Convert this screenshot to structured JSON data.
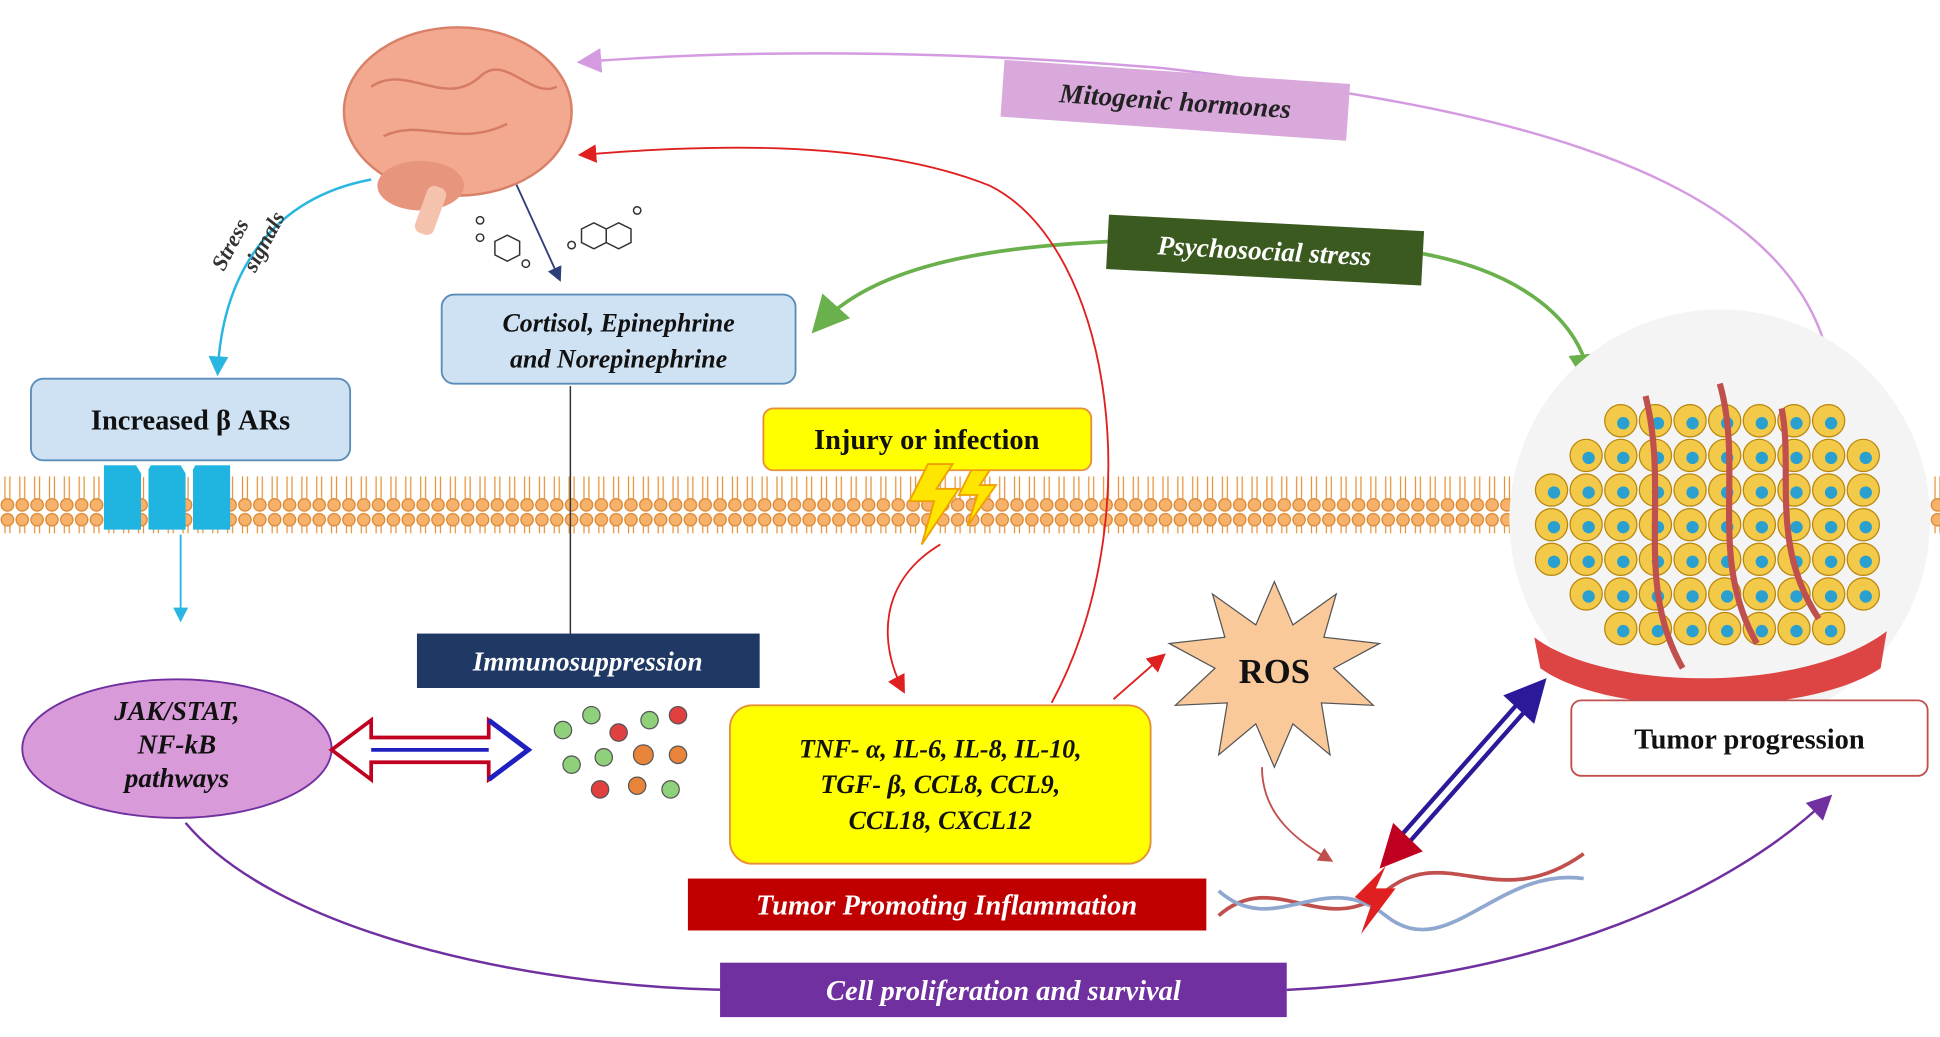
{
  "labels": {
    "mitogenic_hormones": "Mitogenic hormones",
    "psychosocial_stress": "Psychosocial stress",
    "stress_signals_1": "Stress",
    "stress_signals_2": "signals",
    "increased_bars": "Increased β ARs",
    "hormones_1": "Cortisol, Epinephrine",
    "hormones_2": "and Norepinephrine",
    "injury": "Injury or infection",
    "immunosuppression": "Immunosuppression",
    "pathways_1": "JAK/STAT,",
    "pathways_2": "NF-kB",
    "pathways_3": "pathways",
    "cytokines_1": "TNF- α, IL-6, IL-8, IL-10,",
    "cytokines_2": "TGF- β, CCL8, CCL9,",
    "cytokines_3": "CCL18, CXCL12",
    "tumor_inflammation": "Tumor Promoting Inflammation",
    "ros": "ROS",
    "tumor_progression": "Tumor progression",
    "cell_proliferation": "Cell proliferation and survival"
  },
  "colors": {
    "mitogenic": "#d9a9dc",
    "psychosocial": "#3b5a1f",
    "blue_box": "#cfe2f3",
    "yellow_box": "#ffff00",
    "immuno": "#1f3864",
    "inflammation": "#c00000",
    "proliferation": "#7030a0",
    "membrane": "#f4a460"
  }
}
